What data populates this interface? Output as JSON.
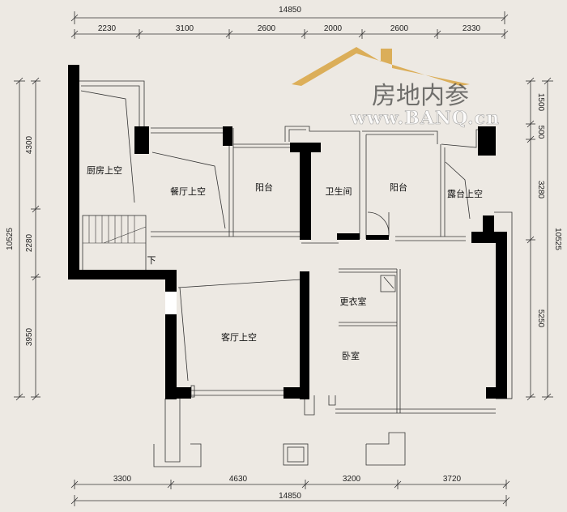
{
  "dimensions": {
    "top_total": "14850",
    "top_segments": [
      "2230",
      "3100",
      "2600",
      "2000",
      "2600",
      "2330"
    ],
    "bottom_total": "14850",
    "bottom_segments": [
      "3300",
      "4630",
      "3200",
      "3720"
    ],
    "left_total": "10525",
    "left_segments": [
      "4300",
      "2280",
      "3950"
    ],
    "right_total": "10525",
    "right_segments": [
      "1500",
      "500",
      "3280",
      "5250"
    ]
  },
  "rooms": {
    "kitchen_void": "厨房上空",
    "dining_void": "餐厅上空",
    "balcony_1": "阳台",
    "bathroom": "卫生间",
    "balcony_2": "阳台",
    "terrace_void": "露台上空",
    "living_void": "客厅上空",
    "closet": "更衣室",
    "bedroom": "卧室",
    "stair_down": "下"
  },
  "watermark": {
    "title": "房地内参",
    "url": "www.BANQ.cn"
  },
  "colors": {
    "background": "#ede9e3",
    "wall": "#000000",
    "line": "#333333",
    "watermark_roof": "#d9a441"
  }
}
